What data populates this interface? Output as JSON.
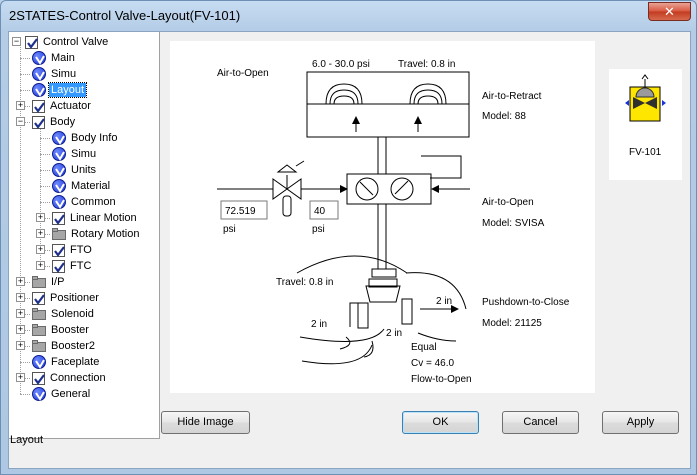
{
  "window": {
    "title": "2STATES-Control Valve-Layout(FV-101)",
    "close_glyph": "✕"
  },
  "tree": {
    "items": [
      {
        "label": "Control Valve",
        "icon": "checkbox-icon",
        "level": 0,
        "expander": "−"
      },
      {
        "label": "Main",
        "icon": "v-check-icon",
        "level": 1
      },
      {
        "label": "Simu",
        "icon": "v-check-icon",
        "level": 1
      },
      {
        "label": "Layout",
        "icon": "v-check-icon",
        "level": 1,
        "selected": true
      },
      {
        "label": "Actuator",
        "icon": "checkbox-icon",
        "level": 1,
        "expander": "+"
      },
      {
        "label": "Body",
        "icon": "checkbox-icon",
        "level": 1,
        "expander": "−"
      },
      {
        "label": "Body Info",
        "icon": "v-check-icon",
        "level": 2
      },
      {
        "label": "Simu",
        "icon": "v-check-icon",
        "level": 2
      },
      {
        "label": "Units",
        "icon": "v-check-icon",
        "level": 2
      },
      {
        "label": "Material",
        "icon": "v-check-icon",
        "level": 2
      },
      {
        "label": "Common",
        "icon": "v-check-icon",
        "level": 2
      },
      {
        "label": "Linear Motion",
        "icon": "checkbox-icon",
        "level": 2,
        "expander": "+"
      },
      {
        "label": "Rotary Motion",
        "icon": "folder-icon",
        "level": 2,
        "expander": "+"
      },
      {
        "label": "FTO",
        "icon": "checkbox-icon",
        "level": 2,
        "expander": "+"
      },
      {
        "label": "FTC",
        "icon": "checkbox-icon",
        "level": 2,
        "expander": "+"
      },
      {
        "label": "I/P",
        "icon": "folder-icon",
        "level": 1,
        "expander": "+"
      },
      {
        "label": "Positioner",
        "icon": "checkbox-icon",
        "level": 1,
        "expander": "+"
      },
      {
        "label": "Solenoid",
        "icon": "folder-icon",
        "level": 1,
        "expander": "+"
      },
      {
        "label": "Booster",
        "icon": "folder-icon",
        "level": 1,
        "expander": "+"
      },
      {
        "label": "Booster2",
        "icon": "folder-icon",
        "level": 1,
        "expander": "+"
      },
      {
        "label": "Faceplate",
        "icon": "v-check-icon",
        "level": 1
      },
      {
        "label": "Connection",
        "icon": "checkbox-icon",
        "level": 1,
        "expander": "+"
      },
      {
        "label": "General",
        "icon": "v-check-icon",
        "level": 1
      }
    ]
  },
  "diagram": {
    "air_to_open_top": "Air-to-Open",
    "pressure_range": "6.0 - 30.0 psi",
    "travel_top": "Travel: 0.8 in",
    "actuator_type": "Air-to-Retract",
    "actuator_model": "Model: 88",
    "positioner_type": "Air-to-Open",
    "positioner_model": "Model: SVISA",
    "supply_value": "72.519",
    "supply_unit": "psi",
    "output_value": "40",
    "output_unit": "psi",
    "travel_body": "Travel: 0.8 in",
    "inlet_size": "2 in",
    "outlet_size": "2 in",
    "bottom_size": "2 in",
    "body_type": "Pushdown-to-Close",
    "body_model": "Model: 21125",
    "char": "Equal",
    "cv": "Cv = 46.0",
    "flow": "Flow-to-Open"
  },
  "thumbnail": {
    "tag": "FV-101"
  },
  "buttons": {
    "hide_image": "Hide Image",
    "ok": "OK",
    "cancel": "Cancel",
    "apply": "Apply"
  },
  "status": {
    "text": "Layout"
  },
  "colors": {
    "selection": "#3399ff",
    "check_blue": "#1b34d8",
    "valve_yellow": "#ffe600"
  }
}
